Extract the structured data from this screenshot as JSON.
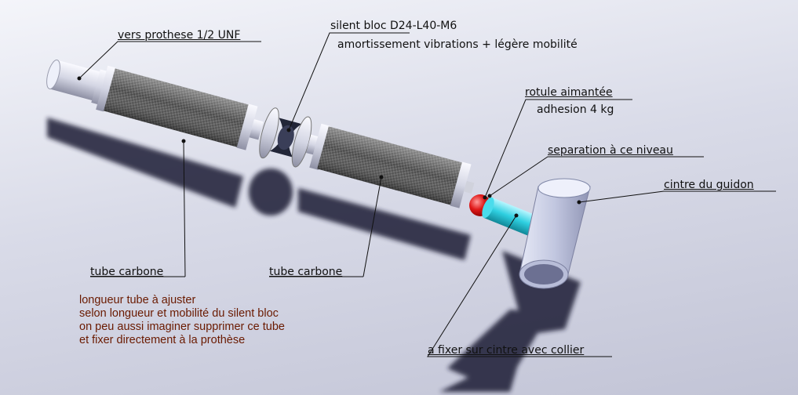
{
  "labels": {
    "prothese": "vers prothese 1/2 UNF",
    "silent_bloc": "silent bloc  D24-L40-M6",
    "amortissement": "amortissement vibrations + légère mobilité",
    "rotule": "rotule aimantée",
    "adhesion": "adhesion 4 kg",
    "separation": "separation à ce niveau",
    "cintre": "cintre du guidon",
    "tube_carbone_left": "tube carbone",
    "tube_carbone_right": "tube carbone",
    "fixer": "a fixer sur cintre avec collier"
  },
  "note": {
    "lines": [
      "longueur tube à ajuster",
      "selon longueur et mobilité du silent bloc",
      "on peu aussi imaginer supprimer ce tube",
      "et fixer directement à la prothèse"
    ]
  },
  "colors": {
    "carbon": "#555555",
    "rotule": "#e01818",
    "connector": "#28c8d8",
    "cintre": "#c8cde6",
    "note_text": "#6a1a00"
  }
}
